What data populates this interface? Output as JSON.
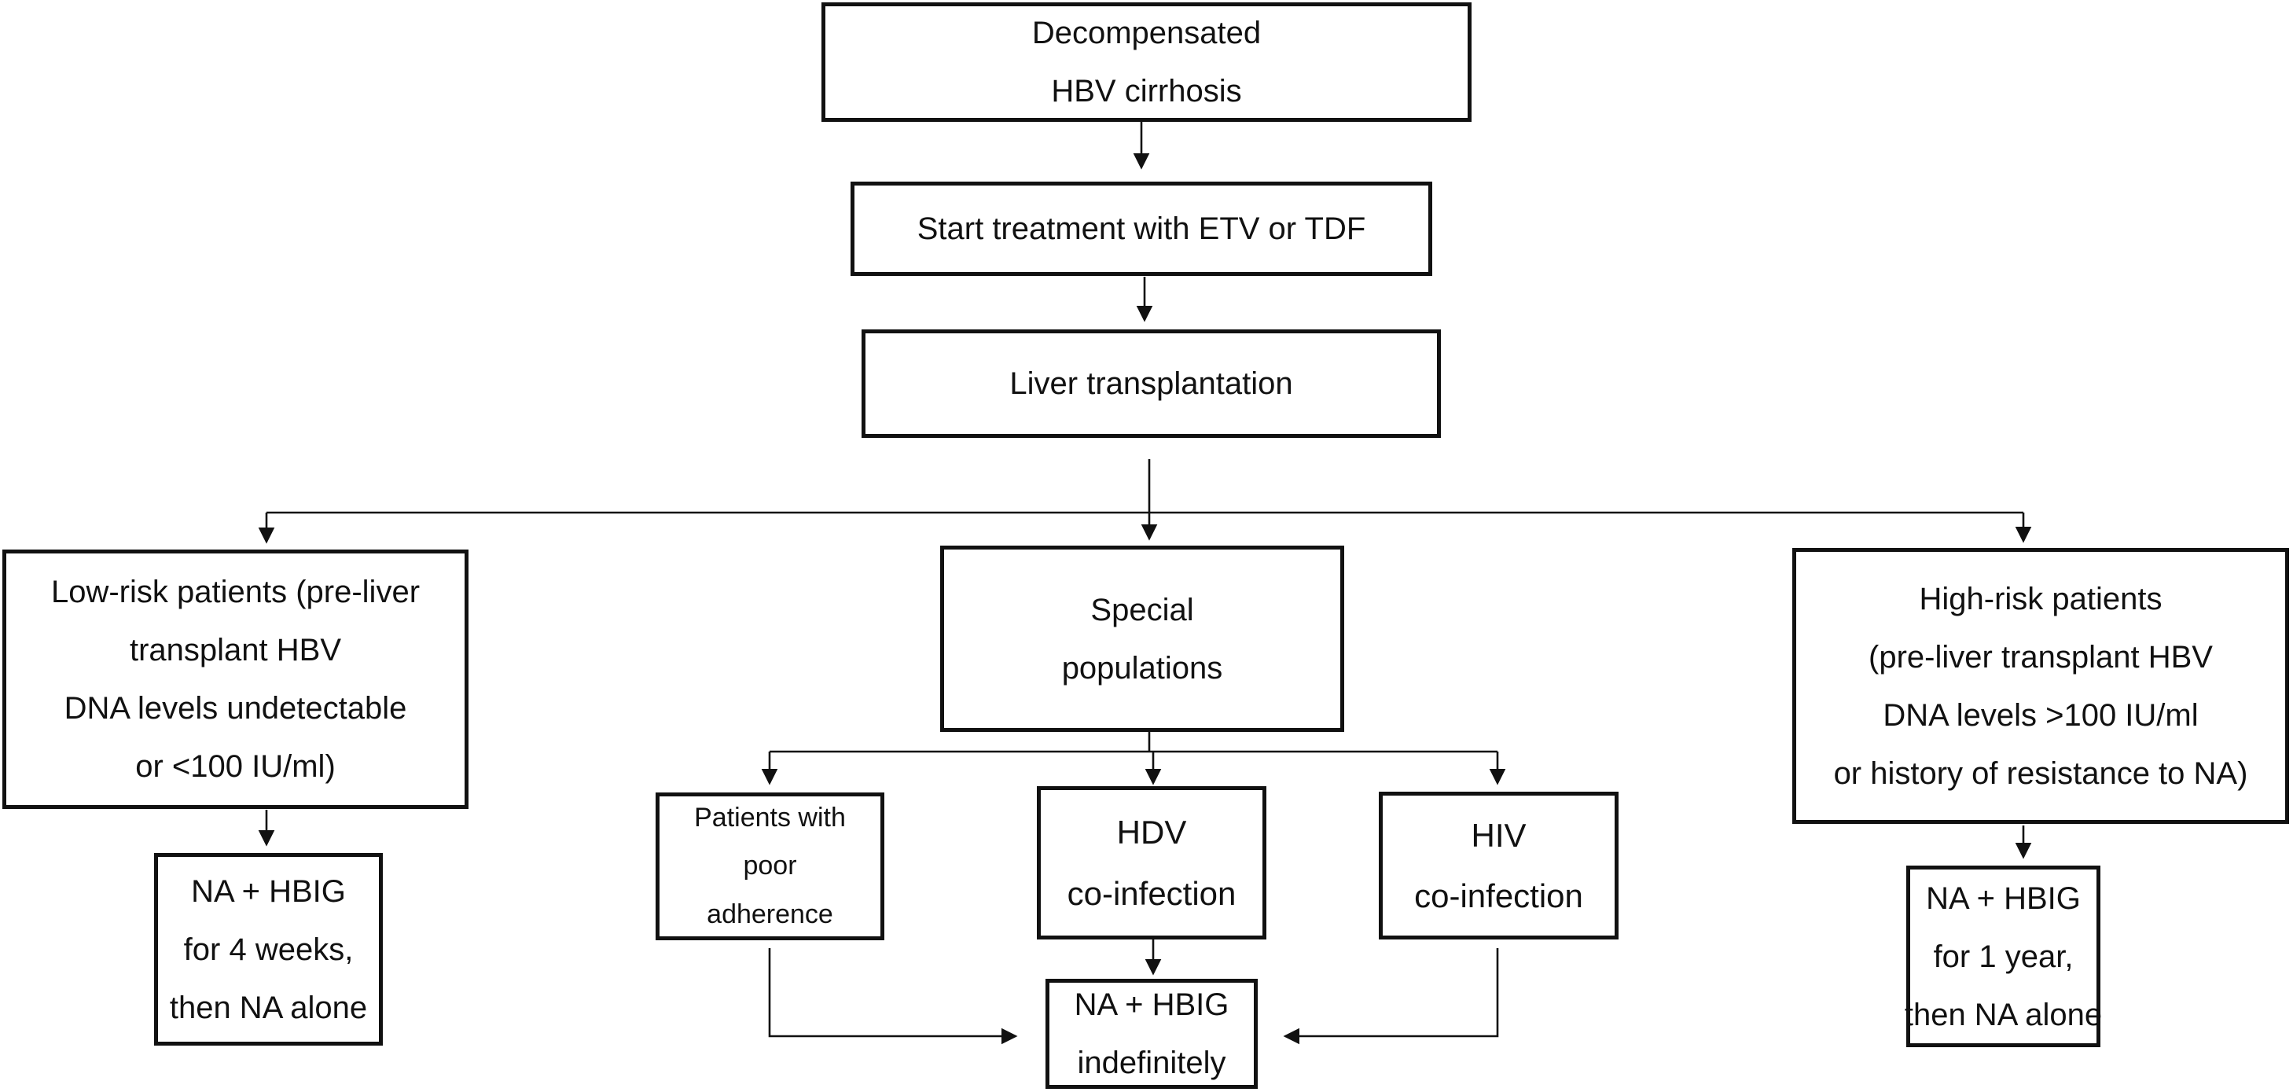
{
  "diagram": {
    "top": {
      "decompensated": {
        "lines": [
          "Decompensated",
          "HBV cirrhosis"
        ]
      },
      "start_treatment": {
        "text": "Start treatment with ETV or TDF"
      },
      "liver_transplantation": {
        "text": "Liver transplantation"
      }
    },
    "branches": {
      "low_risk": {
        "lines": [
          "Low-risk patients (pre-liver",
          "transplant HBV",
          "DNA levels undetectable",
          "or <100 IU/ml)"
        ]
      },
      "special_populations": {
        "lines": [
          "Special",
          "populations"
        ]
      },
      "high_risk": {
        "lines": [
          "High-risk patients",
          "(pre-liver transplant HBV",
          "DNA levels >100 IU/ml",
          "or history of resistance to NA)"
        ]
      }
    },
    "special_groups": {
      "poor_adherence": {
        "lines": [
          "Patients with",
          "poor",
          "adherence"
        ]
      },
      "hdv": {
        "lines": [
          "HDV",
          "co-infection"
        ]
      },
      "hiv": {
        "lines": [
          "HIV",
          "co-infection"
        ]
      }
    },
    "outcomes": {
      "low_risk": {
        "lines": [
          "NA + HBIG",
          "for 4 weeks,",
          "then NA alone"
        ]
      },
      "special": {
        "lines": [
          "NA + HBIG",
          "indefinitely"
        ]
      },
      "high_risk": {
        "lines": [
          "NA + HBIG",
          "for 1 year,",
          "then NA alone"
        ]
      }
    }
  }
}
